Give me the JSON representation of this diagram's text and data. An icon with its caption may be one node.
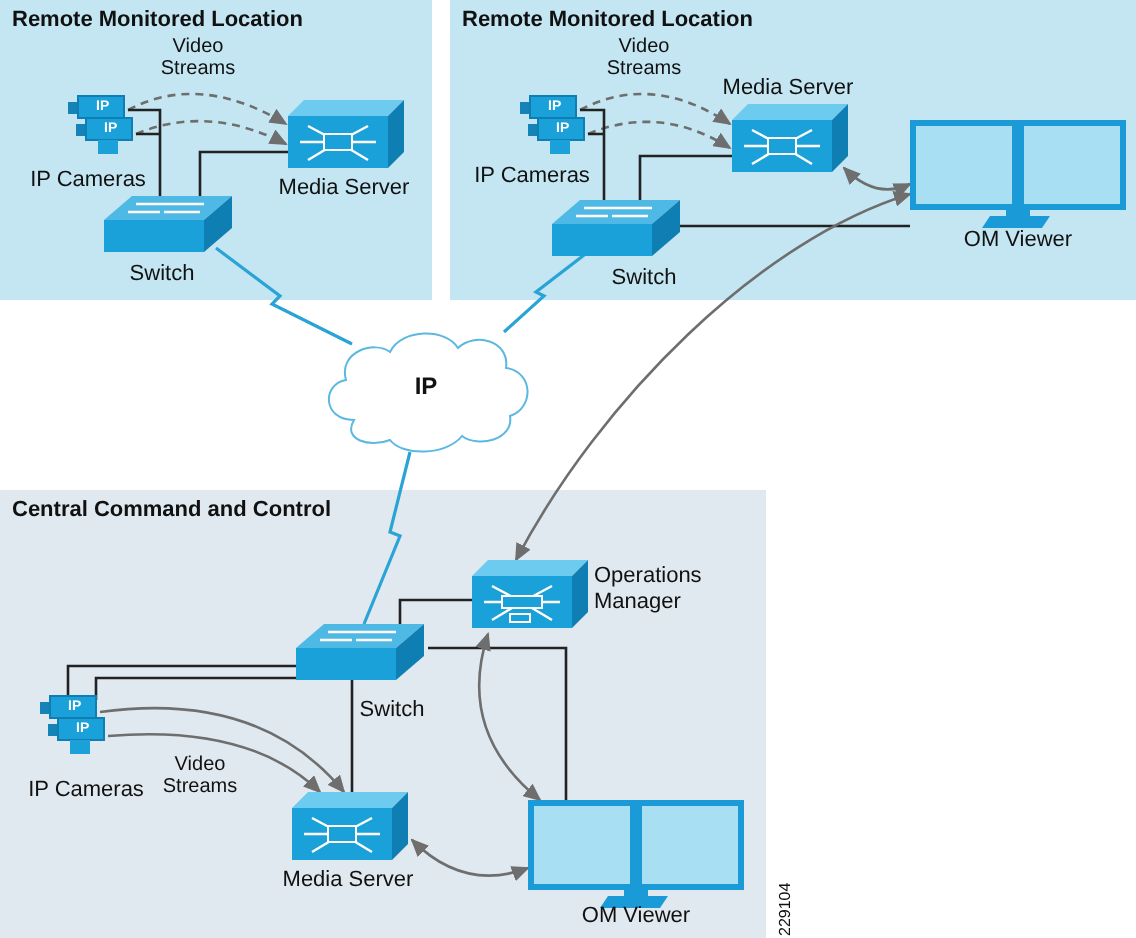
{
  "diagram": {
    "nodes": [
      {
        "text": [
          "Remote Monitored Location"
        ]
      },
      {
        "text": [
          "IP",
          "IP",
          "IP Cameras"
        ],
        "in": 0
      },
      {
        "text": [
          "Media Server"
        ],
        "in": 0
      },
      {
        "text": [
          "Switch"
        ],
        "in": 0
      },
      {
        "text": [
          "Remote Monitored Location"
        ]
      },
      {
        "text": [
          "IP",
          "IP",
          "IP Cameras"
        ],
        "in": 4
      },
      {
        "text": [
          "Media Server"
        ],
        "in": 4
      },
      {
        "text": [
          "Switch"
        ],
        "in": 4
      },
      {
        "text": [
          "OM Viewer"
        ],
        "in": 4
      },
      {
        "text": [
          "IP"
        ]
      },
      {
        "text": [
          "Central Command and Control"
        ]
      },
      {
        "text": [
          "Operations Manager"
        ],
        "in": 10
      },
      {
        "text": [
          "Switch"
        ],
        "in": 10
      },
      {
        "text": [
          "IP",
          "IP",
          "IP Cameras"
        ],
        "in": 10
      },
      {
        "text": [
          "Media Server"
        ],
        "in": 10
      },
      {
        "text": [
          "OM Viewer"
        ],
        "in": 10
      }
    ],
    "edges": [
      {
        "from": 1,
        "to": 2,
        "arrow": "to",
        "style": "dashed",
        "label": "Video Streams"
      },
      {
        "from": 1,
        "to": 2,
        "arrow": "to",
        "style": "dashed"
      },
      {
        "from": 1,
        "to": 3,
        "arrow": "none",
        "color": "#222222"
      },
      {
        "from": 2,
        "to": 3,
        "arrow": "none",
        "color": "#222222"
      },
      {
        "from": 3,
        "to": 9,
        "arrow": "none",
        "color": "#2aa3d6"
      },
      {
        "from": 5,
        "to": 6,
        "arrow": "to",
        "style": "dashed",
        "label": "Video Streams"
      },
      {
        "from": 5,
        "to": 6,
        "arrow": "to",
        "style": "dashed"
      },
      {
        "from": 5,
        "to": 7,
        "arrow": "none",
        "color": "#222222"
      },
      {
        "from": 6,
        "to": 7,
        "arrow": "none",
        "color": "#222222"
      },
      {
        "from": 6,
        "to": 8,
        "arrow": "both"
      },
      {
        "from": 7,
        "to": 8,
        "arrow": "none",
        "color": "#222222"
      },
      {
        "from": 7,
        "to": 9,
        "arrow": "none",
        "color": "#2aa3d6"
      },
      {
        "from": 8,
        "to": 11,
        "arrow": "both"
      },
      {
        "from": 9,
        "to": 12,
        "arrow": "none",
        "color": "#2aa3d6"
      },
      {
        "from": 12,
        "to": 11,
        "arrow": "none",
        "color": "#222222"
      },
      {
        "from": 12,
        "to": 15,
        "arrow": "none",
        "color": "#222222"
      },
      {
        "from": 13,
        "to": 12,
        "arrow": "none",
        "color": "#222222"
      },
      {
        "from": 13,
        "to": 14,
        "arrow": "to"
      },
      {
        "from": 13,
        "to": 14,
        "arrow": "to",
        "label": "Video Streams"
      },
      {
        "from": 12,
        "to": 14,
        "arrow": "none",
        "color": "#222222"
      },
      {
        "from": 14,
        "to": 15,
        "arrow": "both"
      },
      {
        "from": 11,
        "to": 15,
        "arrow": "both"
      }
    ],
    "labels": [
      "229104"
    ]
  }
}
